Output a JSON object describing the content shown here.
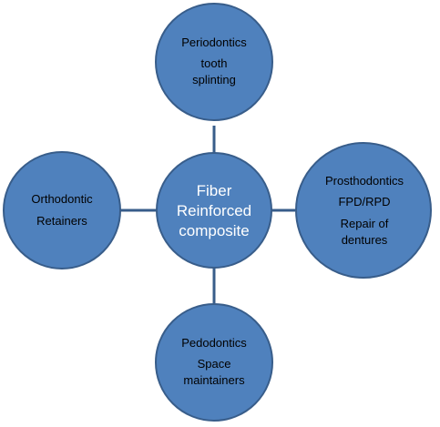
{
  "diagram": {
    "center": {
      "lines": [
        "Fiber",
        "Reinforced",
        "composite"
      ]
    },
    "top": {
      "lines": [
        "Periodontics",
        "tooth",
        "splinting"
      ]
    },
    "left": {
      "lines": [
        "Orthodontic",
        "Retainers"
      ]
    },
    "right": {
      "lines": [
        "Prosthodontics",
        "FPD/RPD",
        "Repair of",
        "dentures"
      ]
    },
    "bottom": {
      "lines": [
        "Pedodontics",
        "Space",
        "maintainers"
      ]
    },
    "colors": {
      "fill": "#4f81bd",
      "stroke": "#385d8a",
      "center_text": "#ffffff",
      "node_text": "#000000"
    }
  }
}
